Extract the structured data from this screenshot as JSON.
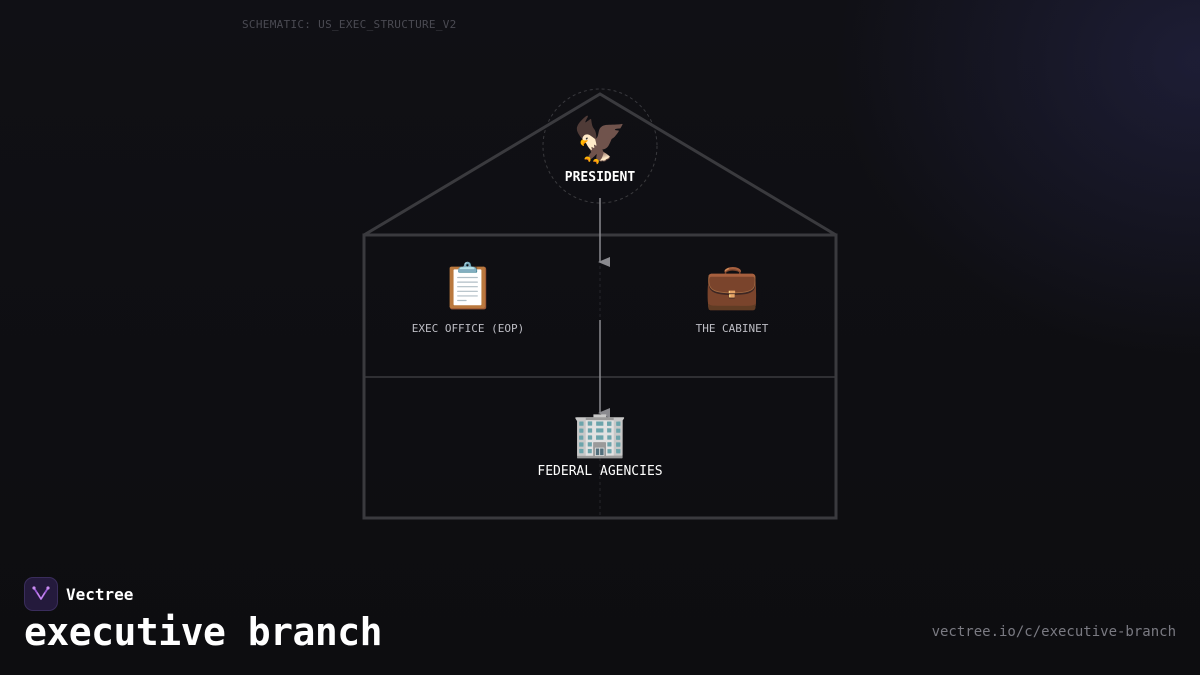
{
  "header": {
    "schematic_label": "SCHEMATIC: US_EXEC_STRUCTURE_V2"
  },
  "diagram": {
    "president": {
      "icon": "eagle-icon",
      "emoji": "🦅",
      "label": "PRESIDENT"
    },
    "eop": {
      "icon": "clipboard-icon",
      "emoji": "📋",
      "label": "EXEC OFFICE (EOP)"
    },
    "cabinet": {
      "icon": "briefcase-icon",
      "emoji": "💼",
      "label": "THE CABINET"
    },
    "agencies": {
      "icon": "office-building-icon",
      "emoji": "🏢",
      "label": "FEDERAL AGENCIES"
    }
  },
  "footer": {
    "brand_name": "Vectree",
    "title": "executive branch",
    "url": "vectree.io/c/executive-branch"
  },
  "colors": {
    "background": "#0f0f13",
    "outline": "#3a3a3e",
    "arrow": "#8a8a8f",
    "brand_accent": "#9b59d6"
  }
}
